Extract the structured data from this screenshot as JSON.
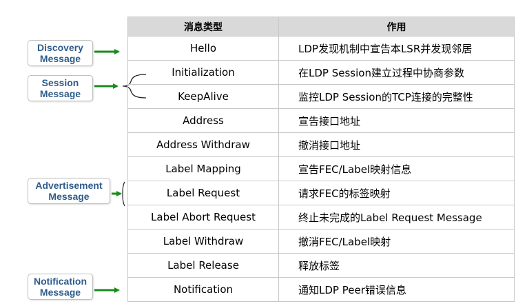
{
  "table": {
    "headers": [
      "消息类型",
      "作用"
    ],
    "rows": [
      {
        "type": "Hello",
        "use": "LDP发现机制中宣告本LSR并发现邻居"
      },
      {
        "type": "Initialization",
        "use": "在LDP Session建立过程中协商参数"
      },
      {
        "type": "KeepAlive",
        "use": "监控LDP Session的TCP连接的完整性"
      },
      {
        "type": "Address",
        "use": "宣告接口地址"
      },
      {
        "type": "Address Withdraw",
        "use": "撤消接口地址"
      },
      {
        "type": "Label Mapping",
        "use": "宣告FEC/Label映射信息"
      },
      {
        "type": "Label Request",
        "use": "请求FEC的标签映射"
      },
      {
        "type": "Label Abort Request",
        "use": "终止未完成的Label Request Message"
      },
      {
        "type": "Label Withdraw",
        "use": "撤消FEC/Label映射"
      },
      {
        "type": "Label Release",
        "use": "释放标签"
      },
      {
        "type": "Notification",
        "use": "通知LDP Peer错误信息"
      }
    ]
  },
  "categories": [
    {
      "line1": "Discovery",
      "line2": "Message"
    },
    {
      "line1": "Session",
      "line2": "Message"
    },
    {
      "line1": "Advertisement",
      "line2": "Message"
    },
    {
      "line1": "Notification",
      "line2": "Message"
    }
  ],
  "colors": {
    "arrow": "#1a8a1a",
    "category_text": "#2e5c8a",
    "header_bg": "#d9d9d9",
    "border": "#c8c8c8"
  }
}
